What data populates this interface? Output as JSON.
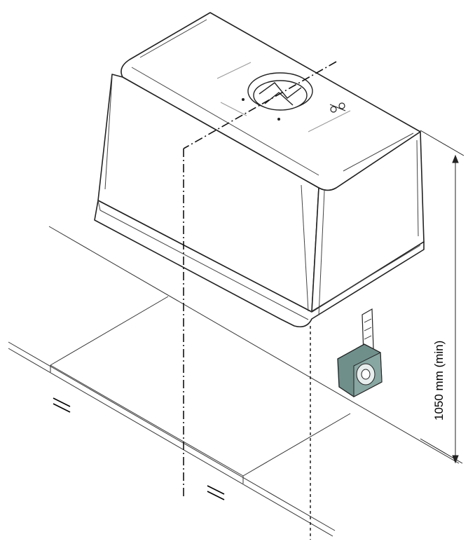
{
  "dimension": {
    "label": "1050 mm (min)"
  },
  "colors": {
    "line": "#222222",
    "measuring_tape_body": "#6f8f8b",
    "measuring_tape_face": "#e8eeed"
  },
  "icons": [
    "cooker-hood",
    "exhaust-outlet",
    "measuring-tape-icon",
    "parallel-lines-symbol"
  ]
}
